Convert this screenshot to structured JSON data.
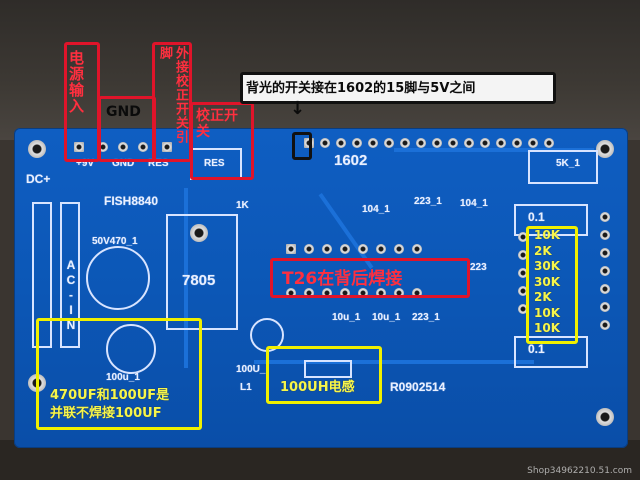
{
  "annotations": {
    "power_input": "电源输入",
    "gnd": "GND",
    "external_calib_pin": "外接校正开关引脚",
    "calib_switch": "校正开关",
    "backlight_note": "背光的开关接在1602的15脚与5V之间",
    "arrow": "↓",
    "t26_note": "T26在背后焊接",
    "cap_note_line1": "470UF和100UF是",
    "cap_note_line2": "并联不焊接100UF",
    "inductor_note": "100UH电感",
    "resistor_values": [
      "10K",
      "2K",
      "30K",
      "30K",
      "2K",
      "10K",
      "10K"
    ]
  },
  "silkscreen": {
    "plus9v": "+9V",
    "gnd": "GND",
    "res_top": "RES",
    "res_box": "RES",
    "r1k": "1K",
    "lcd": "1602",
    "dc_plus": "DC+",
    "model": "FISH8840",
    "cap_50v": "50V470_1",
    "regulator": "7805",
    "ac_in": "AC-IN",
    "c104a": "104_1",
    "c223a": "223_1",
    "c104b": "104_1",
    "c223b": "223",
    "c10u_1": "10u_1",
    "c10u_2": "10u_1",
    "c223c": "223_1",
    "c100u_1": "100u_1",
    "c100u_2": "100U_",
    "l1": "L1",
    "r01a": "0.1",
    "r01b": "0.1",
    "pot": "5K_1",
    "code": "R0902514"
  },
  "watermark": "Shop34962210.51.com",
  "colors": {
    "board": "#0c57b6",
    "annotation_red": "#e0142a",
    "annotation_yellow": "#f0f000",
    "annotation_black": "#111111"
  }
}
